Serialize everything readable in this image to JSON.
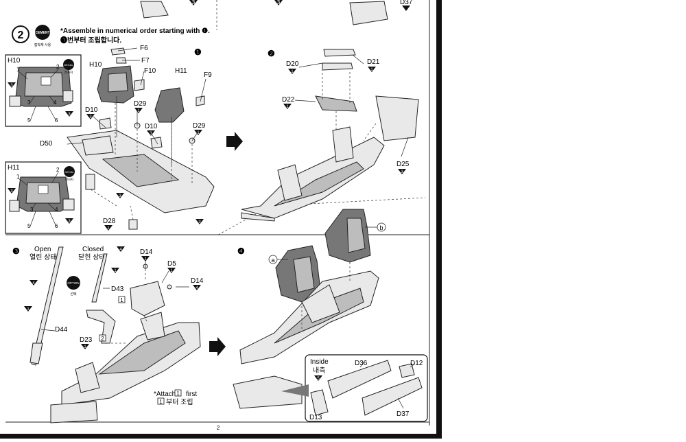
{
  "step": {
    "number": "2",
    "cement_badge": "CEMENT",
    "cement_caption": "접착제 사용",
    "instruction_en": "*Assemble in numerical order starting with ❶.",
    "instruction_kr": "❶번부터 조립합니다."
  },
  "decal_badge": "DECAL",
  "decal_caption": "전사지",
  "option_badge": "OPTION",
  "option_caption": "선택",
  "sub_steps": [
    "❶",
    "❷",
    "❸",
    "❹"
  ],
  "h10_inset": {
    "title": "H10",
    "callouts": [
      "1",
      "2",
      "3",
      "4",
      "5",
      "6"
    ],
    "decal_refs": [
      "3",
      "3"
    ]
  },
  "h11_inset": {
    "title": "H11",
    "callouts": [
      "1",
      "2",
      "3",
      "4",
      "5",
      "6"
    ],
    "decal_refs": [
      "3",
      "3"
    ]
  },
  "sub1": {
    "labels": [
      "F6",
      "F7",
      "F10",
      "H10",
      "H11",
      "F9",
      "D10",
      "D29",
      "D10",
      "D29",
      "D50",
      "D28"
    ],
    "decal_refs": [
      "3",
      "3",
      "1",
      "1",
      "3",
      "3"
    ]
  },
  "sub2": {
    "labels": [
      "D20",
      "D21",
      "D22",
      "D25"
    ],
    "decal_refs": [
      "1",
      "1",
      "1",
      "3"
    ]
  },
  "sub3": {
    "open_en": "Open",
    "open_kr": "열린 상태",
    "closed_en": "Closed",
    "closed_kr": "닫힌 상태",
    "labels": [
      "D14",
      "D5",
      "D14",
      "D43",
      "D44",
      "D23"
    ],
    "boxed": [
      "1",
      "2",
      "1"
    ],
    "decal_refs": [
      "4",
      "1",
      "4",
      "1",
      "1",
      "1",
      "1",
      "4"
    ],
    "note_en": "*Attach ",
    "note_en_tail": " first",
    "note_kr_tail": "부터 조립"
  },
  "sub4": {
    "seat_a": "a",
    "seat_b": "b",
    "inside_en": "Inside",
    "inside_kr": "내측",
    "inside_decal": "5",
    "labels": [
      "D36",
      "D12",
      "D13",
      "D37"
    ]
  },
  "page_number": "2",
  "top_strip": {
    "labels": [
      "D37"
    ],
    "decal_refs": [
      "3",
      "3"
    ]
  }
}
